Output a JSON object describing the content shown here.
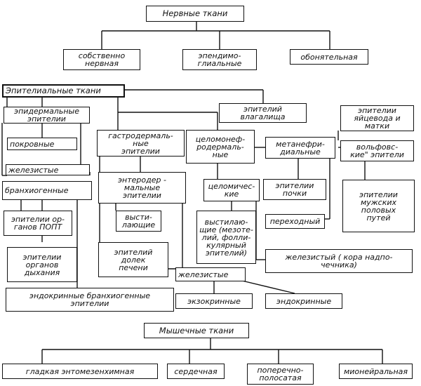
{
  "nodes": {
    "nervous": "Нервные  ткани",
    "nerv_own": "собственно\nнервная",
    "nerv_ependymo": "эпендимо-\nглиальные",
    "nerv_olfactory": "обонятельная",
    "epithelial": "Эпителиальные  ткани",
    "vaginal": "эпителий\nвлагалища",
    "epidermal": "эпидермальные\nэпителии",
    "covering": "покровные",
    "glandular_epi": "железистые",
    "branchiogenic": "бранхиогенные",
    "ppot": "эпителии ор-\nганов ПОПТ",
    "respiratory": "эпителии\nорганов\nдыхания",
    "endocrine_branchio": "эндокринные  бранхиогенные\nэпителии",
    "gastrodermal": "гастродермаль-\nные\nэпителии",
    "enterodermal": "энтеродер -\nмальные\nэпителии",
    "lining": "высти-\nлающие",
    "liver": "эпителий\nдолек\nпечени",
    "coelonephro": "целомонеф-\nродермаль-\nные",
    "coelomic": "целомичес-\nкие",
    "lining_meso": "выстилаю-\nщие (мезоте-\nлий, фолли-\nкулярный\nэпителий)",
    "glandular_coel": "железистые",
    "exocrine": "экзокринные",
    "endocrine": "эндокринные",
    "metanephridial": "метанефри-\nдиальные",
    "oviduct": "эпителии\nяйцевода и\nматки",
    "wolffian": "вольфовс-\nкие\" эпители",
    "kidney": "эпителии\nпочки",
    "male_tracts": "эпителии\nмужских\nполовых\nпутей",
    "transitional": "переходный",
    "adrenal": "железистый ( кора надпо-\nчечника)",
    "muscle": "Мышечные  ткани",
    "smooth_ento": "гладкая энтомезенхимная",
    "cardiac": "сердечная",
    "striated": "поперечно-\nполосатая",
    "myoneural": "мионейральная"
  }
}
